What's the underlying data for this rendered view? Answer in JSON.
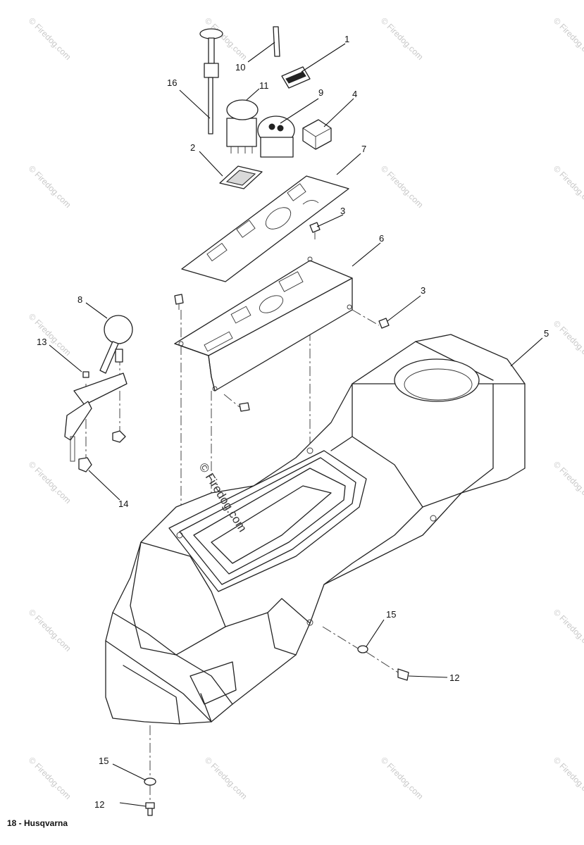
{
  "footer": {
    "page_label": "18 - Husqvarna"
  },
  "watermark": {
    "text": "© Firedog.com"
  },
  "callouts": {
    "c1": "1",
    "c2": "2",
    "c3a": "3",
    "c3b": "3",
    "c4": "4",
    "c5": "5",
    "c6": "6",
    "c7": "7",
    "c8": "8",
    "c9": "9",
    "c10": "10",
    "c11": "11",
    "c12a": "12",
    "c12b": "12",
    "c13": "13",
    "c14": "14",
    "c15a": "15",
    "c15b": "15",
    "c16": "16"
  }
}
